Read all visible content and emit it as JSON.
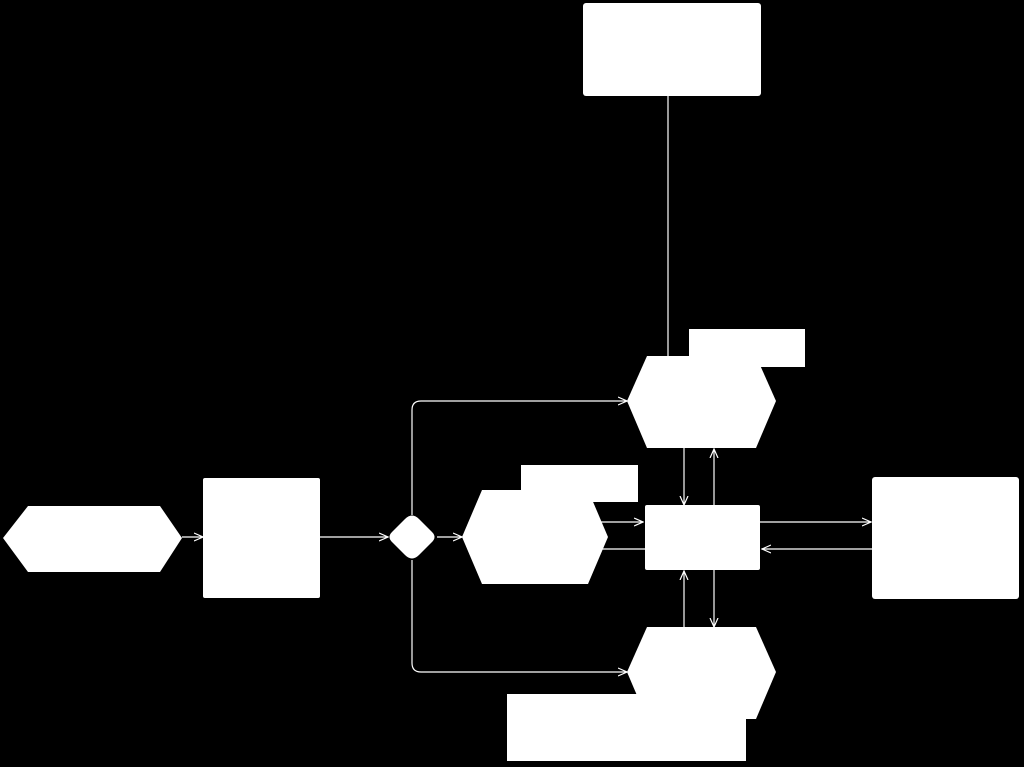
{
  "colors": {
    "background": "#000000",
    "node_fill": "#ffffff",
    "edge_stroke": "#ffffff"
  },
  "diagram": {
    "nodes": [
      {
        "id": "start-hexagon",
        "shape": "hexagon",
        "label": ""
      },
      {
        "id": "first-process-box",
        "shape": "rectangle",
        "label": ""
      },
      {
        "id": "decision-diamond",
        "shape": "diamond",
        "label": ""
      },
      {
        "id": "middle-hexagon",
        "shape": "hexagon",
        "label": ""
      },
      {
        "id": "middle-hexagon-tag",
        "shape": "rectangle",
        "label": ""
      },
      {
        "id": "upper-hexagon",
        "shape": "hexagon",
        "label": ""
      },
      {
        "id": "upper-hexagon-tag",
        "shape": "rectangle",
        "label": ""
      },
      {
        "id": "lower-hexagon",
        "shape": "hexagon",
        "label": ""
      },
      {
        "id": "lower-hexagon-tag",
        "shape": "rectangle",
        "label": ""
      },
      {
        "id": "central-hub-box",
        "shape": "rectangle",
        "label": ""
      },
      {
        "id": "right-output-box",
        "shape": "rectangle",
        "label": ""
      },
      {
        "id": "top-box",
        "shape": "rectangle",
        "label": ""
      }
    ],
    "edges": [
      {
        "from": "start-hexagon",
        "to": "first-process-box"
      },
      {
        "from": "first-process-box",
        "to": "decision-diamond"
      },
      {
        "from": "decision-diamond",
        "to": "middle-hexagon"
      },
      {
        "from": "decision-diamond",
        "to": "upper-hexagon"
      },
      {
        "from": "decision-diamond",
        "to": "lower-hexagon"
      },
      {
        "from": "middle-hexagon",
        "to": "central-hub-box"
      },
      {
        "from": "central-hub-box",
        "to": "middle-hexagon"
      },
      {
        "from": "upper-hexagon",
        "to": "central-hub-box"
      },
      {
        "from": "central-hub-box",
        "to": "upper-hexagon"
      },
      {
        "from": "central-hub-box",
        "to": "lower-hexagon"
      },
      {
        "from": "lower-hexagon",
        "to": "central-hub-box"
      },
      {
        "from": "central-hub-box",
        "to": "right-output-box"
      },
      {
        "from": "right-output-box",
        "to": "central-hub-box"
      },
      {
        "from": "top-box",
        "to": "upper-hexagon"
      }
    ]
  }
}
